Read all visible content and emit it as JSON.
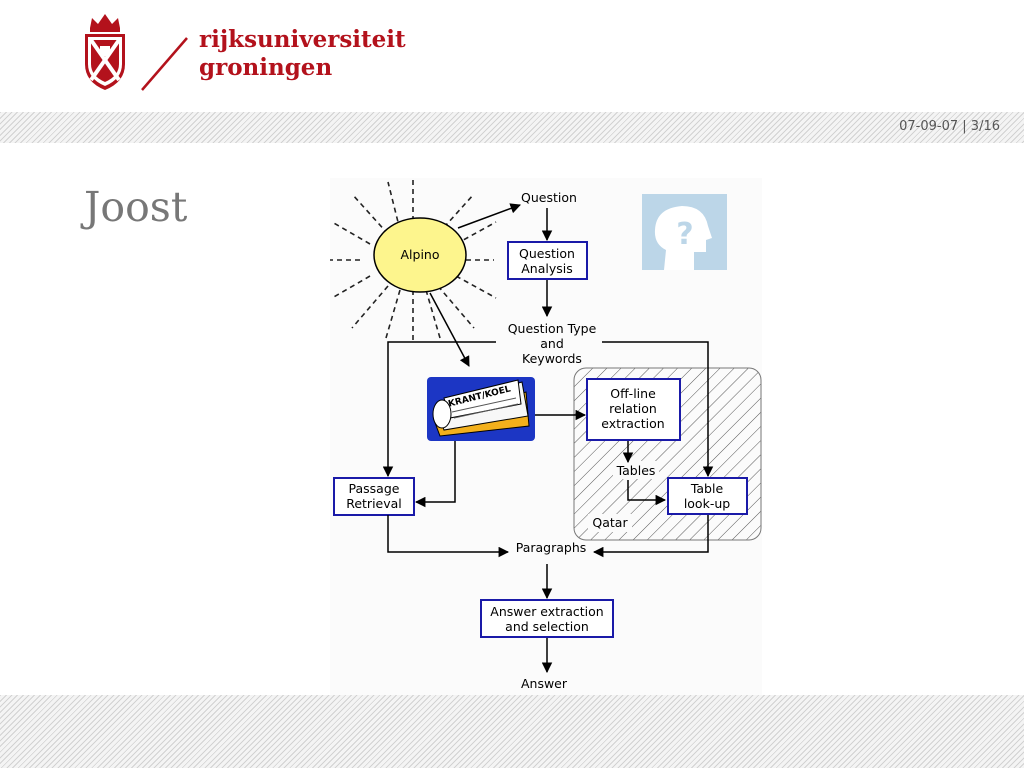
{
  "header": {
    "logo_line1": "rijksuniversiteit",
    "logo_line2": "groningen",
    "slide_info": "07-09-07 | 3/16",
    "brand_color": "#b3121c"
  },
  "slide": {
    "title": "Joost"
  },
  "diagram": {
    "alpino": "Alpino",
    "question": "Question",
    "question_analysis": [
      "Question",
      "Analysis"
    ],
    "question_type": [
      "Question Type",
      "and",
      "Keywords"
    ],
    "offline": [
      "Off-line",
      "relation",
      "extraction"
    ],
    "tables": "Tables",
    "table_lookup": [
      "Table",
      "look-up"
    ],
    "qatar": "Qatar",
    "passage_retrieval": [
      "Passage",
      "Retrieval"
    ],
    "paragraphs": "Paragraphs",
    "answer_extraction": [
      "Answer extraction",
      "and selection"
    ],
    "answer": "Answer",
    "clipping_text": "KRANT/KOEL",
    "box_border_color": "#1a1aa8",
    "sun_fill": "#fdf58d",
    "head_icon_color": "#bcd6e8"
  }
}
